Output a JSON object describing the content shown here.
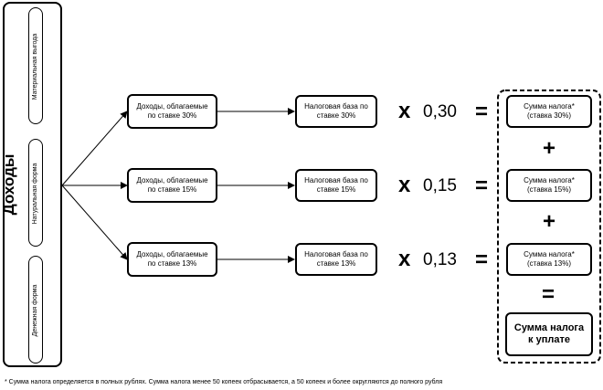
{
  "diagram": {
    "income_label": "Доходы",
    "forms": [
      "Материальная выгода",
      "Натуральная форма",
      "Денежная форма"
    ],
    "rows": [
      {
        "income": "Доходы, облагаемые по ставке 30%",
        "base": "Налоговая база по ставке 30%",
        "multiply": "x",
        "rate": "0,30",
        "equals": "=",
        "tax": "Сумма налога* (ставка 30%)"
      },
      {
        "income": "Доходы, облагаемые по ставке 15%",
        "base": "Налоговая база по ставке 15%",
        "multiply": "x",
        "rate": "0,15",
        "equals": "=",
        "tax": "Сумма налога* (ставка 15%)"
      },
      {
        "income": "Доходы, облагаемые по ставке 13%",
        "base": "Налоговая база по ставке 13%",
        "multiply": "x",
        "rate": "0,13",
        "equals": "=",
        "tax": "Сумма налога* (ставка 13%)"
      }
    ],
    "plus": "+",
    "equals_total": "=",
    "total": "Сумма налога к уплате",
    "footnote": "* Сумма налога определяется в полных рублях. Сумма налога менее 50 копеек отбрасывается, а 50 копеек и более округляются до полного рубля"
  }
}
